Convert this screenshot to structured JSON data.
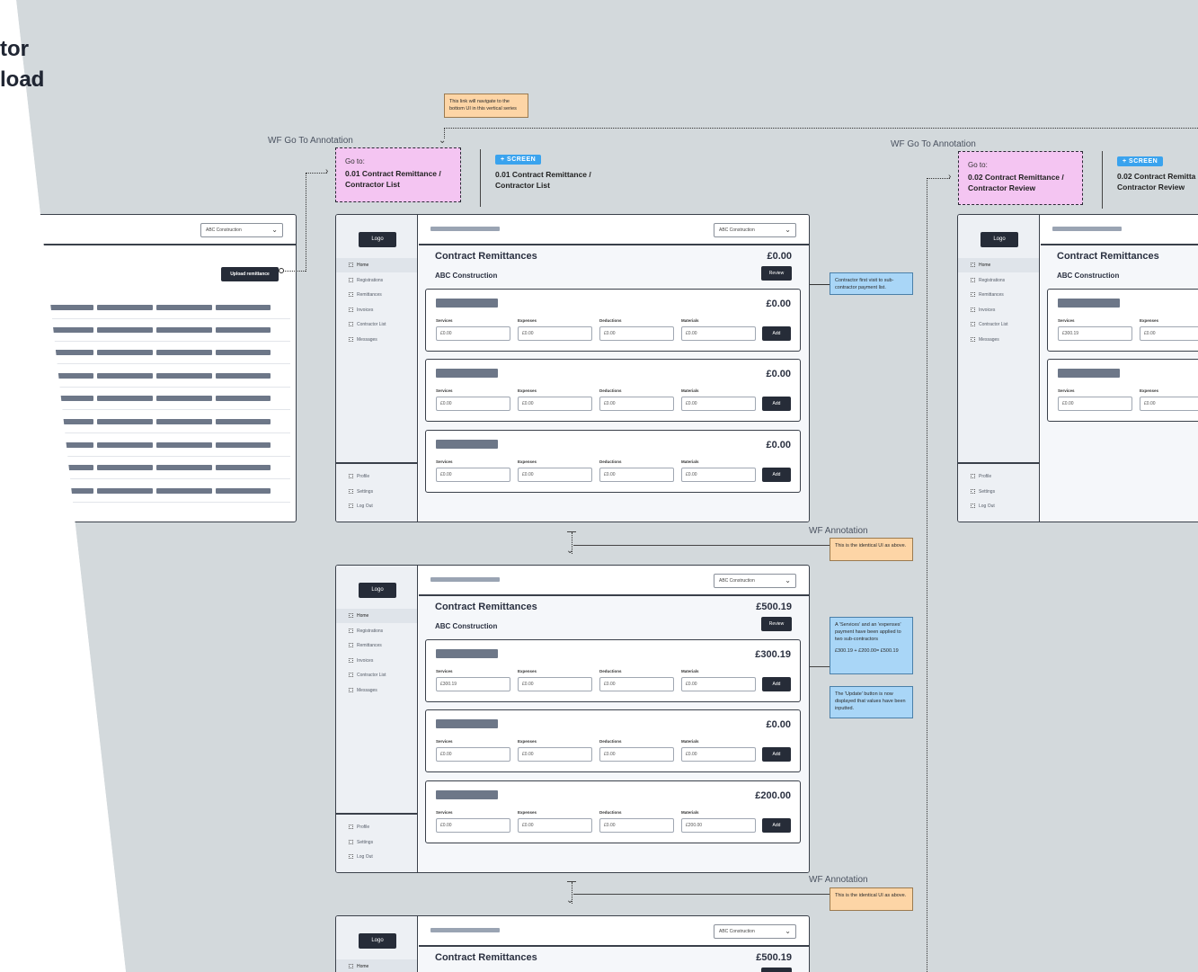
{
  "page_title": {
    "line1": "tor",
    "line2": "load"
  },
  "annotations": {
    "goto_label": "WF Go To Annotation",
    "wf_annotation_label": "WF Annotation"
  },
  "goto_boxes": [
    {
      "prefix": "Go to:",
      "target": "0.01 Contract Remittance / Contractor List"
    },
    {
      "prefix": "Go to:",
      "target": "0.02 Contract Remittance / Contractor Review"
    }
  ],
  "screen_heads": [
    {
      "tag": "+ SCREEN",
      "name_line1": "0.01 Contract Remittance /",
      "name_line2": "Contractor List"
    },
    {
      "tag": "+ SCREEN",
      "name_line1": "0.02 Contract Remitta",
      "name_line2": "Contractor Review"
    }
  ],
  "notes": {
    "vertical_series": "This link will navigate to the bottom UI in this vertical series",
    "first_visit": "Contractor first visit to sub-contractor payment list.",
    "identical_1": "This is the identical UI as above.",
    "applied_payments": "A 'Services' and an 'expenses' payment have been applied to two sub-contractors",
    "applied_sum": "£300.19 + £200.00= £500.19",
    "update_button": "The 'Update' button is now displayed that values have been inputted.",
    "identical_2": "This is the identical UI as above."
  },
  "left_frame": {
    "company_select": "ABC Construction",
    "upload_label": "Upload remittance"
  },
  "app": {
    "logo": "Logo",
    "company_select": "ABC Construction",
    "nav": [
      "Home",
      "Registrations",
      "Remittances",
      "Invoices",
      "Contractor List",
      "Messages"
    ],
    "nav_bottom": [
      "Profile",
      "Settings",
      "Log Out"
    ],
    "title": "Contract Remittances",
    "company": "ABC Construction",
    "review_label": "Review",
    "add_label": "Add",
    "field_labels": [
      "Services",
      "Expenses",
      "Deductions",
      "Materials"
    ]
  },
  "frames": [
    {
      "total": "£0.00",
      "cards": [
        {
          "amount": "£0.00",
          "values": [
            "£0.00",
            "£0.00",
            "£0.00",
            "£0.00"
          ]
        },
        {
          "amount": "£0.00",
          "values": [
            "£0.00",
            "£0.00",
            "£0.00",
            "£0.00"
          ]
        },
        {
          "amount": "£0.00",
          "values": [
            "£0.00",
            "£0.00",
            "£0.00",
            "£0.00"
          ]
        }
      ]
    },
    {
      "total": "£500.19",
      "cards": [
        {
          "amount": "£300.19",
          "values": [
            "£300.19",
            "£0.00",
            "£0.00",
            "£0.00"
          ]
        },
        {
          "amount": "£0.00",
          "values": [
            "£0.00",
            "£0.00",
            "£0.00",
            "£0.00"
          ]
        },
        {
          "amount": "£200.00",
          "values": [
            "£0.00",
            "£0.00",
            "£0.00",
            "£200.00"
          ]
        }
      ]
    },
    {
      "total": "£500.19"
    }
  ],
  "right_frame": {
    "title": "Contract Remittances",
    "company": "ABC Construction",
    "cards": [
      {
        "values": [
          "£300.19",
          "£0.00"
        ]
      },
      {
        "values": [
          "£0.00",
          "£0.00"
        ]
      }
    ]
  }
}
